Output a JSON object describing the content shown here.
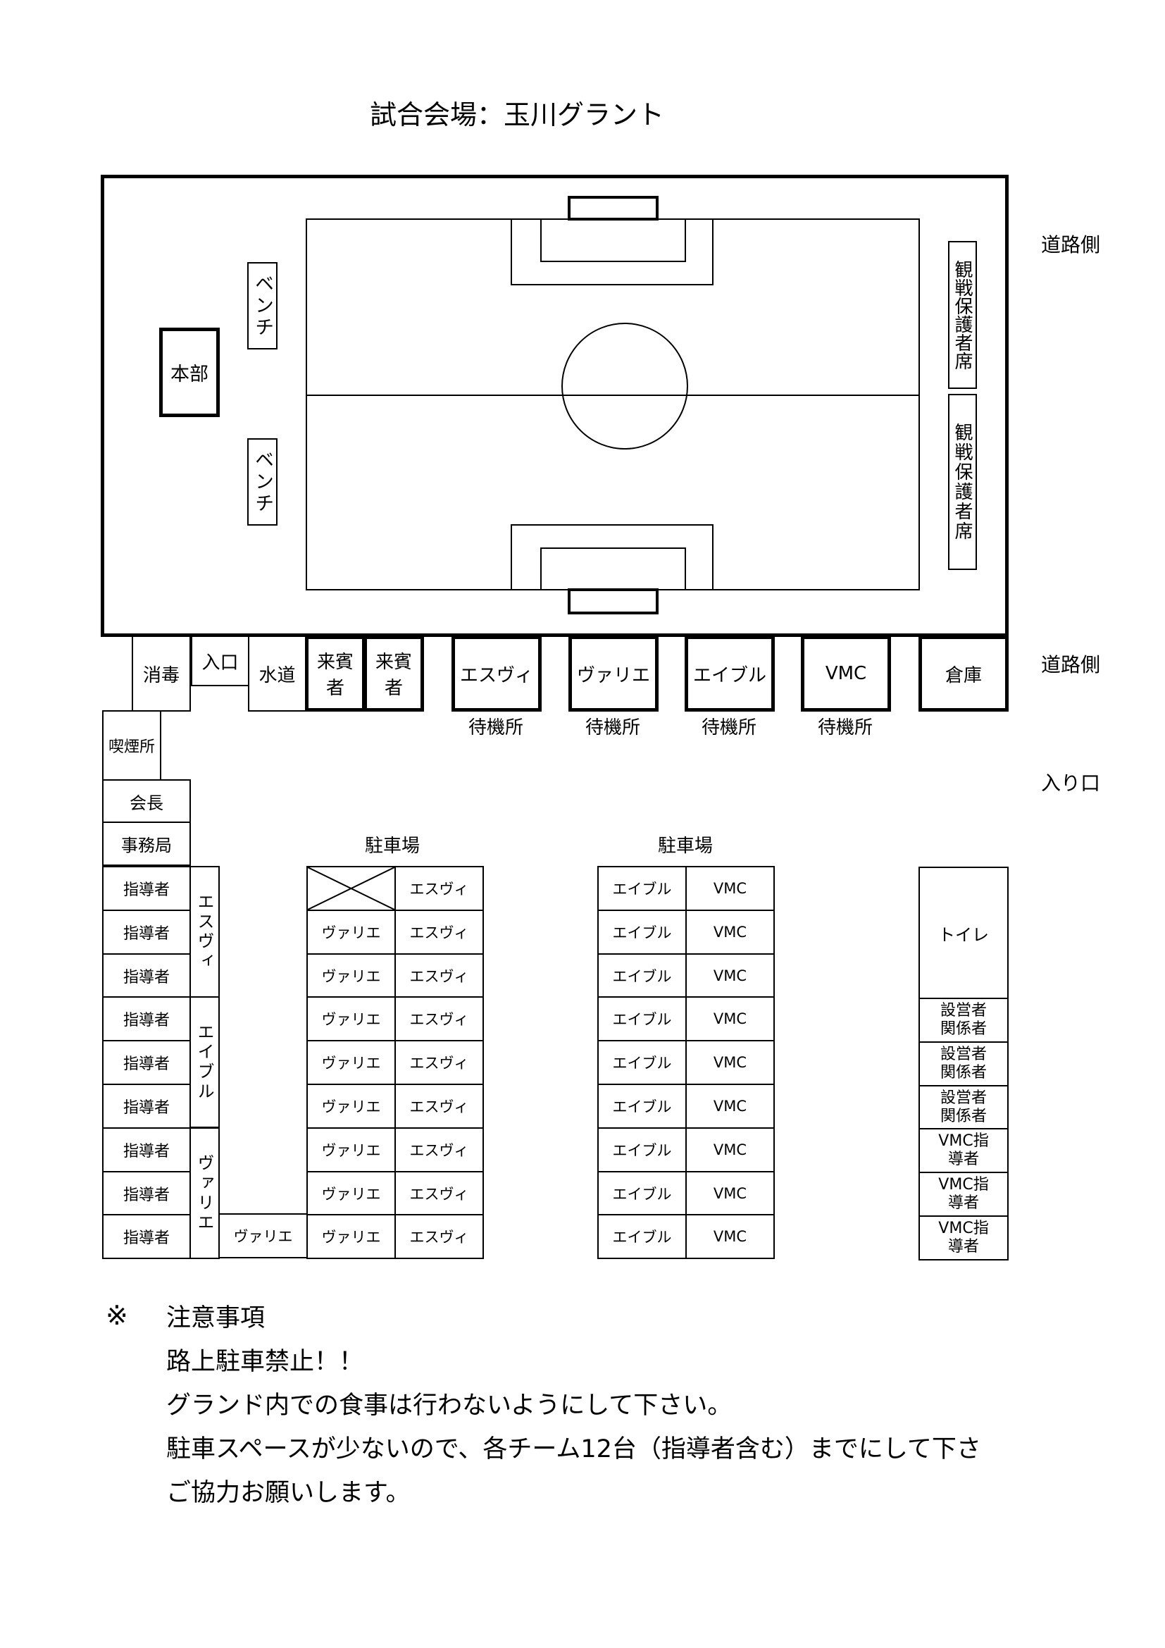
{
  "title": "試合会場：玉川グラント",
  "side_labels": {
    "road_top": "道路側",
    "road_mid": "道路側",
    "entrance": "入り口"
  },
  "field_area": {
    "bench_1": "ベンチ",
    "bench_2": "ベンチ",
    "headquarters": "本部",
    "spectator_1": "観戦保護者席",
    "spectator_2": "観戦保護者席"
  },
  "facilities": {
    "disinfection": "消毒",
    "entrance": "入口",
    "water": "水道",
    "guest_1": "来賓者",
    "guest_2": "来賓者",
    "storage": "倉庫",
    "smoking": "喫煙所",
    "chairman": "会長",
    "office": "事務局",
    "toilet": "トイレ"
  },
  "waiting": {
    "label": "待機所",
    "teams": [
      "エスヴィ",
      "ヴァリエ",
      "エイブル",
      "VMC"
    ]
  },
  "parking": {
    "label": "駐車場",
    "coach": "指導者",
    "coach_count": 9,
    "team_groups": [
      "エスヴィ",
      "エイブル",
      "ヴァリエ"
    ],
    "extra_cell": "ヴァリエ",
    "lot1_col1": [
      "",
      "ヴァリエ",
      "ヴァリエ",
      "ヴァリエ",
      "ヴァリエ",
      "ヴァリエ",
      "ヴァリエ",
      "ヴァリエ",
      "ヴァリエ"
    ],
    "lot1_col2": [
      "エスヴィ",
      "エスヴィ",
      "エスヴィ",
      "エスヴィ",
      "エスヴィ",
      "エスヴィ",
      "エスヴィ",
      "エスヴィ",
      "エスヴィ"
    ],
    "lot2_col1": [
      "エイブル",
      "エイブル",
      "エイブル",
      "エイブル",
      "エイブル",
      "エイブル",
      "エイブル",
      "エイブル",
      "エイブル"
    ],
    "lot2_col2": [
      "VMC",
      "VMC",
      "VMC",
      "VMC",
      "VMC",
      "VMC",
      "VMC",
      "VMC",
      "VMC"
    ],
    "right_column": [
      "設営者関係者",
      "設営者関係者",
      "設営者関係者",
      "VMC指導者",
      "VMC指導者",
      "VMC指導者"
    ]
  },
  "notes": {
    "mark": "※",
    "heading": "注意事項",
    "lines": [
      "路上駐車禁止！！",
      "グランド内での食事は行わないようにして下さい。",
      "駐車スペースが少ないので、各チーム12台（指導者含む）までにして下さ",
      "ご協力お願いします。"
    ]
  }
}
